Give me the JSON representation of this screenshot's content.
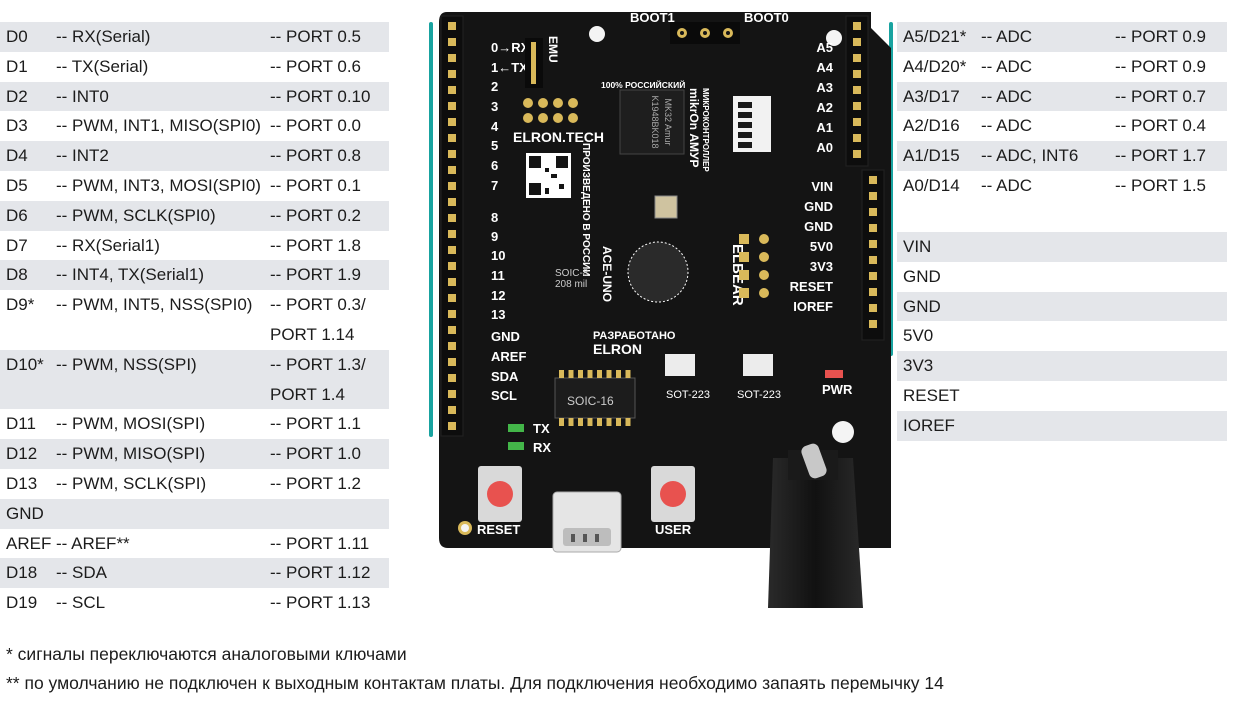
{
  "left_pins": [
    {
      "pin": "D0",
      "fn": "-- RX(Serial)",
      "port": "-- PORT 0.5"
    },
    {
      "pin": "D1",
      "fn": "-- TX(Serial)",
      "port": "-- PORT 0.6"
    },
    {
      "pin": "D2",
      "fn": "-- INT0",
      "port": "-- PORT 0.10"
    },
    {
      "pin": "D3",
      "fn": "-- PWM, INT1, MISO(SPI0)",
      "port": "-- PORT 0.0"
    },
    {
      "pin": "D4",
      "fn": "-- INT2",
      "port": "-- PORT 0.8"
    },
    {
      "pin": "D5",
      "fn": "-- PWM, INT3, MOSI(SPI0)",
      "port": "-- PORT 0.1"
    },
    {
      "pin": "D6",
      "fn": "-- PWM, SCLK(SPI0)",
      "port": "-- PORT 0.2"
    },
    {
      "pin": "D7",
      "fn": "-- RX(Serial1)",
      "port": "-- PORT 1.8"
    },
    {
      "pin": "D8",
      "fn": "-- INT4, TX(Serial1)",
      "port": "-- PORT 1.9"
    },
    {
      "pin": "D9*",
      "fn": "-- PWM, INT5, NSS(SPI0)",
      "port": "-- PORT 0.3/"
    },
    {
      "pin": "",
      "fn": "",
      "port": "PORT 1.14"
    },
    {
      "pin": "D10*",
      "fn": "-- PWM, NSS(SPI)",
      "port": "-- PORT 1.3/"
    },
    {
      "pin": "",
      "fn": "",
      "port": "PORT 1.4"
    },
    {
      "pin": "D11",
      "fn": "-- PWM, MOSI(SPI)",
      "port": "-- PORT 1.1"
    },
    {
      "pin": "D12",
      "fn": "-- PWM, MISO(SPI)",
      "port": "-- PORT 1.0"
    },
    {
      "pin": "D13",
      "fn": "-- PWM, SCLK(SPI)",
      "port": "-- PORT 1.2"
    },
    {
      "pin": "GND",
      "fn": "",
      "port": ""
    },
    {
      "pin": "AREF",
      "fn": "-- AREF**",
      "port": "-- PORT 1.11"
    },
    {
      "pin": "D18",
      "fn": "-- SDA",
      "port": "-- PORT 1.12"
    },
    {
      "pin": "D19",
      "fn": "-- SCL",
      "port": "-- PORT 1.13"
    }
  ],
  "right_pins": [
    {
      "pin": "A5/D21*",
      "fn": "-- ADC",
      "port": "-- PORT 0.9"
    },
    {
      "pin": "A4/D20*",
      "fn": "-- ADC",
      "port": "-- PORT 0.9"
    },
    {
      "pin": "A3/D17",
      "fn": "-- ADC",
      "port": "-- PORT 0.7"
    },
    {
      "pin": "A2/D16",
      "fn": "-- ADC",
      "port": "-- PORT 0.4"
    },
    {
      "pin": "A1/D15",
      "fn": "-- ADC, INT6",
      "port": "-- PORT 1.7"
    },
    {
      "pin": "A0/D14",
      "fn": "-- ADC",
      "port": "-- PORT 1.5"
    }
  ],
  "power_pins": [
    "VIN",
    "GND",
    "GND",
    "5V0",
    "3V3",
    "RESET",
    "IOREF"
  ],
  "notes": [
    "* сигналы переключаются аналоговыми ключами",
    "** по умолчанию не подключен к выходным контактам платы. Для подключения необходимо запаять перемычку 14"
  ],
  "board": {
    "top_labels": {
      "boot1": "BOOT1",
      "boot0": "BOOT0"
    },
    "left_header": [
      "0→RX",
      "1←TX",
      "2",
      "3",
      "4",
      "5",
      "6",
      "7",
      "8",
      "9",
      "10",
      "11",
      "12",
      "13",
      "GND",
      "AREF",
      "SDA",
      "SCL"
    ],
    "analog_header": [
      "A5",
      "A4",
      "A3",
      "A2",
      "A1",
      "A0"
    ],
    "power_header": [
      "VIN",
      "GND",
      "GND",
      "5V0",
      "3V3",
      "RESET",
      "IOREF"
    ],
    "misc": {
      "elron_tech": "ELRON.TECH",
      "made_in_russia": "ПРОИЗВЕДЕНО В РОССИИ",
      "percent_russian": "100% РОССИЙСКИЙ",
      "mikron": "mikrOn АМУР",
      "mcu": "МИКРОКОНТРОЛЛЕР",
      "chip_line1": "K1948BK018",
      "chip_line2": "MK32 Amur",
      "elbear": "ELBEAR",
      "ace_uno": "ACE-UNO",
      "soic8": "SOIC-8",
      "soic8_mil": "208 mil",
      "soic16": "SOIC-16",
      "sot223_a": "SOT-223",
      "sot223_b": "SOT-223",
      "developed": "РАЗРАБОТАНО",
      "elron": "ELRON",
      "tx": "TX",
      "rx": "RX",
      "pwr": "PWR",
      "reset_btn": "RESET",
      "user_btn": "USER",
      "emu": "EMU"
    },
    "colors": {
      "pcb": "#141414",
      "silk": "#ffffff",
      "gold": "#d9b95a",
      "button": "#e8524f",
      "teal": "#19a3a0"
    }
  }
}
